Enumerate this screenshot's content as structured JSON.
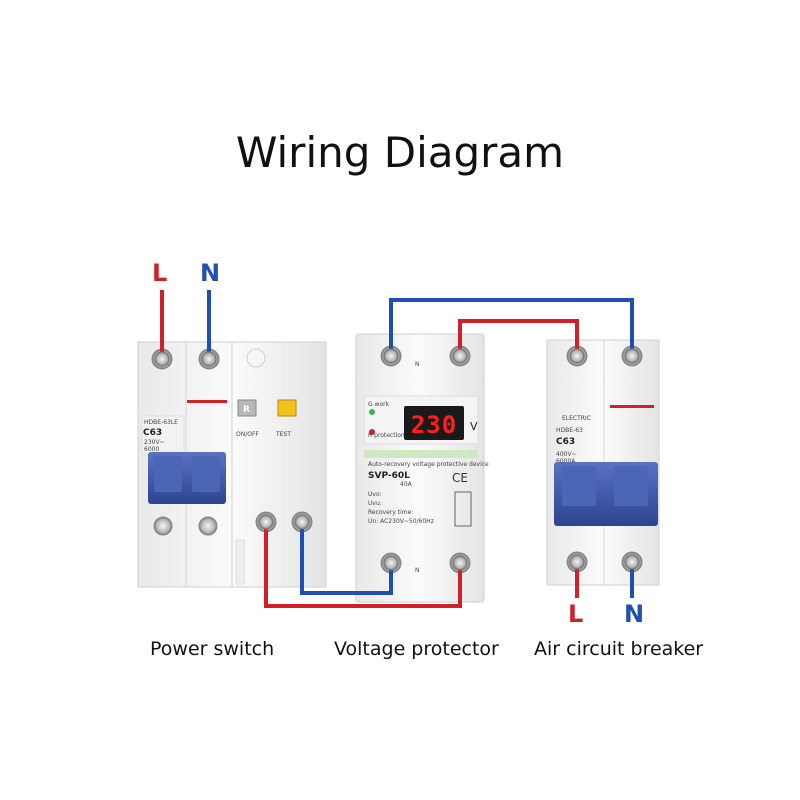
{
  "title": "Wiring Diagram",
  "captions": {
    "power_switch": "Power switch",
    "voltage_protector": "Voltage protector",
    "air_breaker": "Air circuit breaker"
  },
  "wire_labels": {
    "input_live": "L",
    "input_neutral": "N",
    "output_live": "L",
    "output_neutral": "N"
  },
  "colors": {
    "live_wire": "#d0202a",
    "neutral_wire": "#1f4fb0",
    "breaker_handle": "#3f5aa8",
    "display_bg": "#1a1a1a",
    "display_digits": "#ff1e1e"
  },
  "power_switch": {
    "model": "C63",
    "test_button": "R"
  },
  "voltage_protector": {
    "display": "230",
    "unit": "V",
    "model": "SVP-60L",
    "description": "Auto-recovery voltage protective device",
    "rating": "40A"
  },
  "air_breaker": {
    "brand": "ELECTRIC",
    "model": "C63",
    "series": "HDBE-63"
  }
}
